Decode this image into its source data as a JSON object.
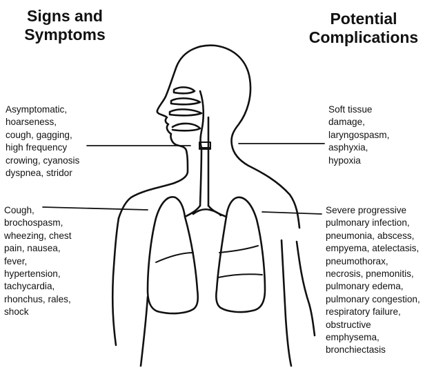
{
  "headings": {
    "left": [
      "Signs and",
      "Symptoms"
    ],
    "right": [
      "Potential",
      "Complications"
    ]
  },
  "notes": {
    "upper_left": [
      "Asymptomatic,",
      "hoarseness,",
      "cough, gagging,",
      "high frequency",
      "crowing, cyanosis",
      "dyspnea, stridor"
    ],
    "lower_left": [
      "Cough,",
      "brochospasm,",
      "wheezing, chest",
      "pain, nausea,",
      "fever,",
      "hypertension,",
      "tachycardia,",
      "rhonchus, rales,",
      "shock"
    ],
    "upper_right": [
      "Soft tissue",
      "damage,",
      "laryngospasm,",
      "asphyxia,",
      "hypoxia"
    ],
    "lower_right": [
      "Severe progressive",
      "pulmonary infection,",
      "pneumonia, abscess,",
      "empyema, atelectasis,",
      "pneumothorax,",
      "necrosis, pnemonitis,",
      "pulmonary edema,",
      "pulmonary congestion,",
      "respiratory failure,",
      "obstructive",
      "emphysema,",
      "bronchiectasis"
    ]
  },
  "colors": {
    "ink": "#111111",
    "background": "#ffffff"
  }
}
